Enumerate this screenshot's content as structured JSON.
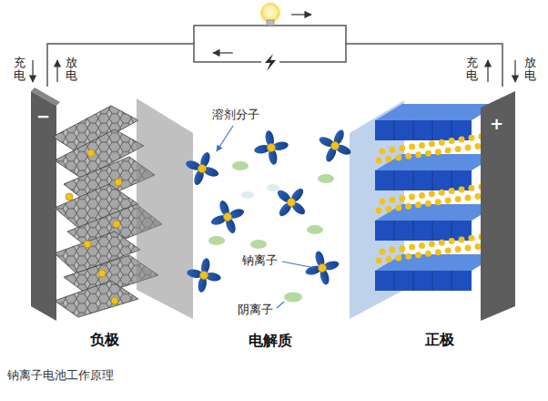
{
  "diagram": {
    "caption": "钠离子电池工作原理",
    "nodes": [
      {
        "text": [
          "−",
          "负极"
        ]
      },
      {
        "text": [
          "+",
          "正极"
        ]
      }
    ],
    "edges": [
      {
        "from": 0,
        "to": 1,
        "arrow": "none"
      }
    ],
    "labels": [
      "充电",
      "放电",
      "充电",
      "放电",
      "溶剂分子",
      "钠离子",
      "阴离子",
      "电解质"
    ]
  }
}
